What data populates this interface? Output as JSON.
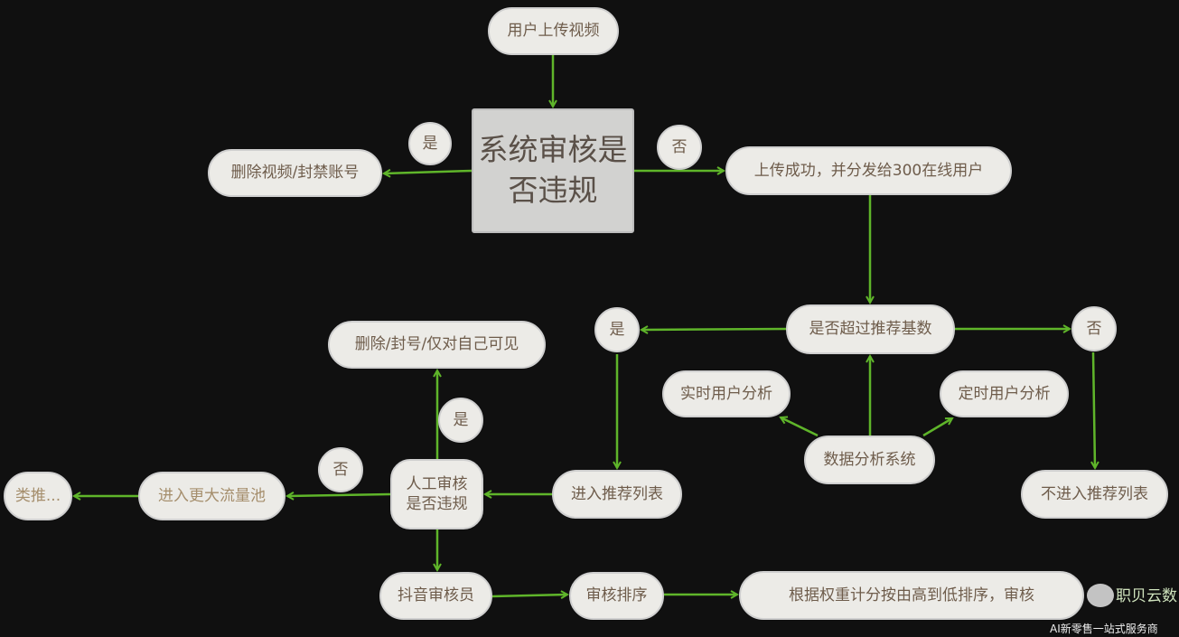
{
  "nodes": {
    "upload": "用户上传视频",
    "system_review": "系统审核是否违规",
    "yes1": "是",
    "no1": "否",
    "delete_ban": "删除视频/封禁账号",
    "upload_success": "上传成功，并分发给300在线用户",
    "exceed_base": "是否超过推荐基数",
    "yes2": "是",
    "no2": "否",
    "realtime": "实时用户分析",
    "scheduled": "定时用户分析",
    "data_system": "数据分析系统",
    "not_enter": "不进入推荐列表",
    "enter_list": "进入推荐列表",
    "manual_review": "人工审核是否违规",
    "delete_self": "删除/封号/仅对自己可见",
    "yes3": "是",
    "no3": "否",
    "bigger_pool": "进入更大流量池",
    "etc": "类推...",
    "reviewer": "抖音审核员",
    "review_sort": "审核排序",
    "weight_sort": "根据权重计分按由高到低排序，审核"
  },
  "watermark": {
    "brand": "职贝云数",
    "sub": "AI新零售一站式服务商"
  },
  "colors": {
    "arrow": "#5fb52a",
    "node_bg": "#ecebe7",
    "text": "#6e5c4b"
  }
}
